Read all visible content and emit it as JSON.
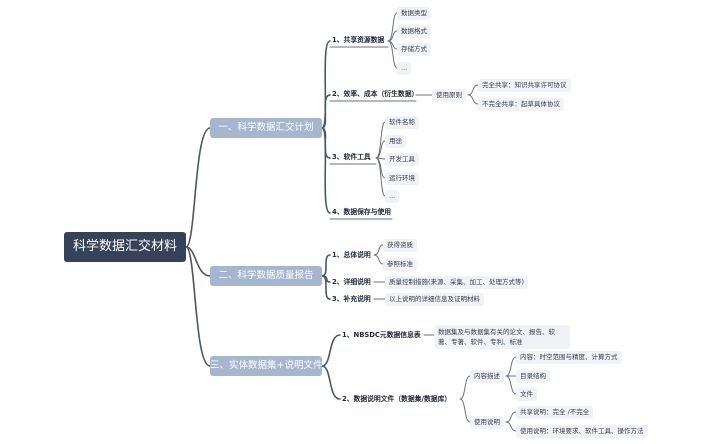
{
  "root": "科学数据汇交材料",
  "branch1": {
    "title": "一、科学数据汇交计划",
    "items": [
      {
        "label": "1、共享资源数据",
        "children": [
          "数据类型",
          "数据格式",
          "存储方式",
          "..."
        ]
      },
      {
        "label": "2、效率、成本（衍生数据）",
        "principle": "使用原则",
        "children": [
          "完全共享：知识共享许可协议",
          "不完全共享：起草具体协议"
        ]
      },
      {
        "label": "3、软件工具",
        "children": [
          "软件名称",
          "用途",
          "开发工具",
          "运行环境",
          "..."
        ]
      },
      {
        "label": "4、数据保存与使用"
      }
    ]
  },
  "branch2": {
    "title": "二、科学数据质量报告",
    "items": [
      {
        "label": "1、总体说明",
        "children": [
          "获得资质",
          "参照标准"
        ]
      },
      {
        "label": "2、详细说明",
        "children": [
          "质量控制措施(来源、采集、加工、处理方式等)"
        ]
      },
      {
        "label": "3、补充说明",
        "children": [
          "以上说明的详细信息及证明材料"
        ]
      }
    ]
  },
  "branch3": {
    "title": "三、实体数据集+说明文件",
    "items": [
      {
        "label": "1、NBSDC元数据信息表",
        "children": [
          "数据集及与数据集有关的论文、报告、软著、专著、软件、专利、标准"
        ]
      },
      {
        "label": "2、数据说明文件（数据集/数据库）",
        "groups": [
          {
            "label": "内容描述",
            "children": [
              "内容：时空范围与精度、计算方式",
              "目录结构",
              "文件"
            ]
          },
          {
            "label": "使用说明",
            "children": [
              "共享说明：完全 /不完全",
              "使用说明：环境要求、软件工具、操作方法"
            ]
          }
        ]
      }
    ]
  }
}
